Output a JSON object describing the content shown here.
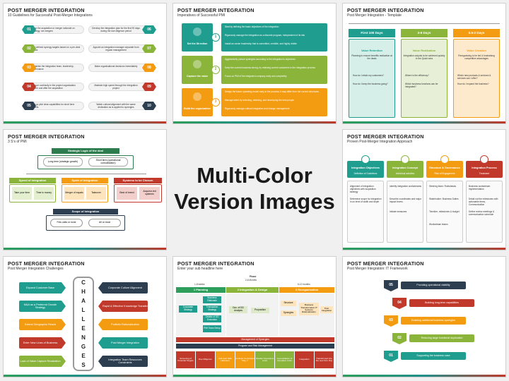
{
  "banner": {
    "line1": "Multi-Color",
    "line2": "Version Images"
  },
  "colors": {
    "teal": "#1f9e8f",
    "green": "#8ab43a",
    "orange": "#f39c12",
    "red": "#c0392b",
    "navy": "#2c3e50",
    "darkgreen": "#2e7d4f"
  },
  "s1": {
    "title": "POST MERGER INTEGRATION",
    "subtitle": "10 Guidelines for Successful Post-Merger Integrations",
    "left": [
      {
        "num": "01",
        "text": "Base the acquisition or merger rationale on strategy, not mergers"
      },
      {
        "num": "02",
        "text": "Set defined synergy targets based on a pre-deal thesis"
      },
      {
        "num": "03",
        "text": "Establish the integration team, leadership, governance"
      },
      {
        "num": "04",
        "text": "Ensure continuity in the project organisation before and after the acquisition"
      },
      {
        "num": "05",
        "text": "Set up pilot clear capabilities for short term results"
      }
    ],
    "right": [
      {
        "num": "06",
        "text": "Develop the integration plan for the first 90 days during the due diligence period"
      },
      {
        "num": "07",
        "text": "Appoint an integration manager separate from regular management"
      },
      {
        "num": "08",
        "text": "Make organisational decisions immediately"
      },
      {
        "num": "09",
        "text": "Maintain high speed through the integration project"
      },
      {
        "num": "10",
        "text": "Watch cultural alignment with the same dedication as is applied to synergies"
      }
    ]
  },
  "s2": {
    "title": "POST MERGER INTEGRATION",
    "subtitle": "Imperatives of Successful PMI",
    "rows": [
      {
        "label": "Set the Direction",
        "num": "1",
        "lines": [
          "Start by defining the basic objectives of the integration",
          "Rigorously manage the integration as a discrete program, independent of its risk",
          "Install an owner leadership that is committed, credible, and highly visible"
        ]
      },
      {
        "label": "Capture the value",
        "num": "2",
        "lines": [
          "Aggressively pursue synergies according to the integration's objectives",
          "Keep the current business strong, by retaining current customers in the integration process",
          "Focus on PMI of the integrated company early and completely"
        ]
      },
      {
        "label": "Build the organization",
        "num": "3",
        "lines": [
          "Design the future operating model early in the process; it may differ from the current structures",
          "Manage talent by selecting, retaining, and developing the best people",
          "Rigorously manage cultural integration and change management"
        ]
      }
    ]
  },
  "s3": {
    "title": "POST MERGER INTEGRATION",
    "subtitle": "Post Merger Integration - Template",
    "cols": [
      {
        "head": "First 100 Days",
        "sub": "Value Retention",
        "desc": "Planning to ensure benefits realization at the deals",
        "b1": "How do I retain my customers?",
        "b2": "How do I keep the business going?"
      },
      {
        "head": "3-6 Days",
        "sub": "Value Realization",
        "desc": "Integration outputs to be achieved quickly in the Quick wins",
        "b1": "Where is the efficiency?",
        "b2": "Which business functions can be integrated?"
      },
      {
        "head": "0.5-2 Days",
        "sub": "Value Creation",
        "desc": "Reorganizing to be led & fundraising competitive advantages",
        "b1": "Which new products & services & services can I offer?",
        "b2": "How do I expand the business?"
      }
    ]
  },
  "s4": {
    "title": "POST MERGER INTEGRATION",
    "subtitle": "3 S's of PMI",
    "logic": "Strategic Logic of the deal",
    "long": "Long term (strategic growth)",
    "short": "Short term (operational consolidation)",
    "speed": "Speed of Integration",
    "spirit": "Spirit of Integration",
    "systems": "Systems to be Chosen",
    "speed_a": "Take your time",
    "speed_b": "Time is money",
    "spirit_a": "Merger of equals",
    "spirit_b": "Takeover",
    "systems_a": "Best of breed",
    "systems_b": "Acquiror-led systems",
    "scope": "Scope of Integration",
    "scope_a": "Few units or none",
    "scope_b": "All or most"
  },
  "s6": {
    "title": "POST MERGER INTEGRATION",
    "subtitle": "Proven Post-Merger Integration Approach",
    "cols": [
      {
        "head": "Integration Objectives",
        "sub": "Definition of Guidelines",
        "items": [
          "Alignment of integration objectives with acquisition strategy",
          "Determine scope for integration in on level of width and depth"
        ]
      },
      {
        "head": "Integration Concept",
        "sub": "Individual activities",
        "items": [
          "Identify integration workstreams",
          "Describe coordinates and major impact levers",
          "Initiate measures"
        ]
      },
      {
        "head": "Structure & Governance",
        "sub": "Plan of Engagement",
        "items": [
          "Steering team: Roles/tasks",
          "Stakeholder: Business Duties",
          "Timeline, milestones & budget",
          "Workstream teams"
        ]
      },
      {
        "head": "Integration Process",
        "sub": "Treatment",
        "items": [
          "Business workstream implementation",
          "Detail out the milestones with actionable items, Communication",
          "Define review meetings & communication schedule"
        ]
      }
    ]
  },
  "s7": {
    "title": "POST MERGER INTEGRATION",
    "subtitle": "Post Merger Integration Challenges",
    "letters": [
      "C",
      "H",
      "A",
      "L",
      "L",
      "E",
      "N",
      "G",
      "E",
      "S"
    ],
    "left": [
      "Expand Customer Base",
      "M&A as a Preferred Growth Strategy",
      "Extend Geographic Reach",
      "Enter New Lines of Business",
      "Lack of Value Capture Realization"
    ],
    "right": [
      "Corporate Culture Alignment",
      "Rapid & Effective Knowledge Transfer",
      "Portfolio Rationalization",
      "Post Merger Integration",
      "Integration Team Resources Constraints"
    ]
  },
  "s8": {
    "title": "POST MERGER INTEGRATION",
    "subtitle": "Enter your sub headline here",
    "phase": "Phase",
    "dur1": "1-8 weeks",
    "dur2": "2-6 Months",
    "dur3": "6-12 months",
    "p1": "1 Planning",
    "p2": "2 Integration & Design",
    "p3": "3 Reorganisation",
    "n_business": "Business Rationale",
    "n_transaction": "Transaction Strategy",
    "n_corporate": "Corporate Strategy",
    "n_dd": "Details of DD Execution",
    "n_pmi": "PMI Team Setup",
    "n_ldd": "Doc. of DD Analysis",
    "n_proposition": "Proposition",
    "n_structure": "Structure",
    "n_synergies": "Synergies",
    "n_bt": "Business Transformation IT Systems Rationalization",
    "n_post": "Post Integration",
    "mgmt_syn": "Management of Synergies",
    "mgmt_prog": "Program and Risk Management",
    "bottom": [
      "Screening of Potential Targets",
      "Due Diligence",
      "Anti-trust Safe Harbours",
      "Contract Conclusion \"Day 1\"",
      "Parallel Operations Lines",
      "Consolidation of Operative Units",
      "Integration",
      "Transformed Into the new Firm Day"
    ]
  },
  "s9": {
    "title": "POST MERGER INTEGRATION",
    "subtitle": "Post Merger Integration: IT Framework",
    "steps": [
      {
        "num": "05",
        "text": "Providing operational visibility"
      },
      {
        "num": "04",
        "text": "Building long-term capabilities"
      },
      {
        "num": "03",
        "text": "Enabling additional business synergies"
      },
      {
        "num": "02",
        "text": "Reducing large functional duplication"
      },
      {
        "num": "01",
        "text": "Supporting the business case"
      }
    ]
  }
}
